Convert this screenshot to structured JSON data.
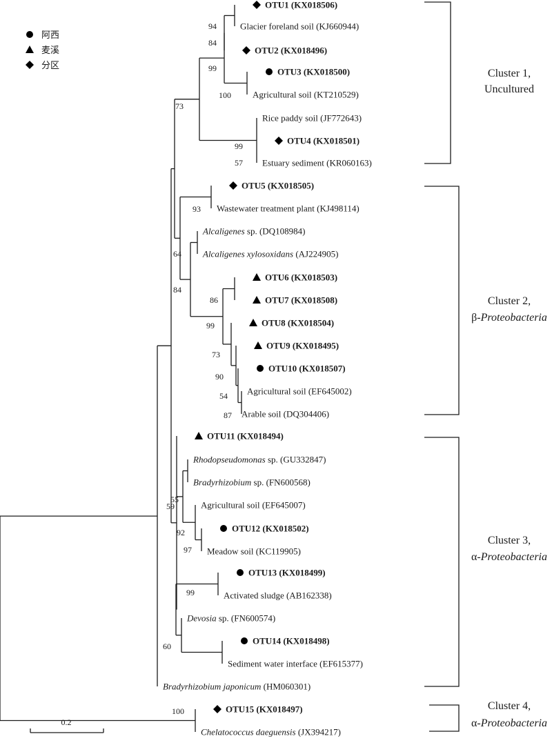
{
  "legend": [
    {
      "marker": "circle",
      "label": "阿西"
    },
    {
      "marker": "triangle",
      "label": "麦溪"
    },
    {
      "marker": "diamond",
      "label": "分区"
    }
  ],
  "taxa": [
    {
      "id": "OTU1",
      "marker": "diamond",
      "bold": true,
      "parts": [
        {
          "t": "OTU1 (KX018506)"
        }
      ]
    },
    {
      "id": "glacier",
      "parts": [
        {
          "t": "Glacier foreland soil (KJ660944)"
        }
      ]
    },
    {
      "id": "OTU2",
      "marker": "diamond",
      "bold": true,
      "parts": [
        {
          "t": "OTU2 (KX018496)"
        }
      ]
    },
    {
      "id": "OTU3",
      "marker": "circle",
      "bold": true,
      "parts": [
        {
          "t": "OTU3 (KX018500)"
        }
      ]
    },
    {
      "id": "agri1",
      "parts": [
        {
          "t": "Agricultural soil (KT210529)"
        }
      ]
    },
    {
      "id": "rice",
      "parts": [
        {
          "t": "Rice paddy soil (JF772643)"
        }
      ]
    },
    {
      "id": "OTU4",
      "marker": "diamond",
      "bold": true,
      "parts": [
        {
          "t": "OTU4 (KX018501)"
        }
      ]
    },
    {
      "id": "estuary",
      "parts": [
        {
          "t": "Estuary sediment (KR060163)"
        }
      ]
    },
    {
      "id": "OTU5",
      "marker": "diamond",
      "bold": true,
      "parts": [
        {
          "t": "OTU5 (KX018505)"
        }
      ]
    },
    {
      "id": "wastewater",
      "parts": [
        {
          "t": "Wastewater treatment plant (KJ498114)"
        }
      ]
    },
    {
      "id": "alc_sp",
      "parts": [
        {
          "t": "Alcaligenes",
          "i": true
        },
        {
          "t": " sp. (DQ108984)"
        }
      ]
    },
    {
      "id": "alc_xyl",
      "parts": [
        {
          "t": "Alcaligenes xylosoxidans",
          "i": true
        },
        {
          "t": " (AJ224905)"
        }
      ]
    },
    {
      "id": "OTU6",
      "marker": "triangle",
      "bold": true,
      "parts": [
        {
          "t": "OTU6 (KX018503)"
        }
      ]
    },
    {
      "id": "OTU7",
      "marker": "triangle",
      "bold": true,
      "parts": [
        {
          "t": "OTU7 (KX018508)"
        }
      ]
    },
    {
      "id": "OTU8",
      "marker": "triangle",
      "bold": true,
      "parts": [
        {
          "t": "OTU8 (KX018504)"
        }
      ]
    },
    {
      "id": "OTU9",
      "marker": "triangle",
      "bold": true,
      "parts": [
        {
          "t": "OTU9 (KX018495)"
        }
      ]
    },
    {
      "id": "OTU10",
      "marker": "circle",
      "bold": true,
      "parts": [
        {
          "t": "OTU10 (KX018507)"
        }
      ]
    },
    {
      "id": "agri2",
      "parts": [
        {
          "t": "Agricultural soil (EF645002)"
        }
      ]
    },
    {
      "id": "arable",
      "parts": [
        {
          "t": "Arable soil (DQ304406)"
        }
      ]
    },
    {
      "id": "OTU11",
      "marker": "triangle",
      "bold": true,
      "parts": [
        {
          "t": "OTU11 (KX018494)"
        }
      ]
    },
    {
      "id": "rhodo",
      "parts": [
        {
          "t": "Rhodopseudomonas",
          "i": true
        },
        {
          "t": " sp. (GU332847)"
        }
      ]
    },
    {
      "id": "brady_sp",
      "parts": [
        {
          "t": "Bradyrhizobium",
          "i": true
        },
        {
          "t": " sp. (FN600568)"
        }
      ]
    },
    {
      "id": "agri3",
      "parts": [
        {
          "t": "Agricultural soil (EF645007)"
        }
      ]
    },
    {
      "id": "OTU12",
      "marker": "circle",
      "bold": true,
      "parts": [
        {
          "t": "OTU12 (KX018502)"
        }
      ]
    },
    {
      "id": "meadow",
      "parts": [
        {
          "t": "Meadow soil (KC119905)"
        }
      ]
    },
    {
      "id": "OTU13",
      "marker": "circle",
      "bold": true,
      "parts": [
        {
          "t": "OTU13 (KX018499)"
        }
      ]
    },
    {
      "id": "sludge",
      "parts": [
        {
          "t": "Activated sludge (AB162338)"
        }
      ]
    },
    {
      "id": "devosia",
      "parts": [
        {
          "t": "Devosia",
          "i": true
        },
        {
          "t": " sp. (FN600574)"
        }
      ]
    },
    {
      "id": "OTU14",
      "marker": "circle",
      "bold": true,
      "parts": [
        {
          "t": "OTU14 (KX018498)"
        }
      ]
    },
    {
      "id": "sediment",
      "parts": [
        {
          "t": "Sediment water interface (EF615377)"
        }
      ]
    },
    {
      "id": "brady_jap",
      "parts": [
        {
          "t": "Bradyrhizobium japonicum",
          "i": true
        },
        {
          "t": "   (HM060301)"
        }
      ]
    },
    {
      "id": "OTU15",
      "marker": "diamond",
      "bold": true,
      "parts": [
        {
          "t": "OTU15 (KX018497)"
        }
      ]
    },
    {
      "id": "chelato",
      "parts": [
        {
          "t": "Chelatococcus daeguensis",
          "i": true
        },
        {
          "t": " (JX394217)"
        }
      ]
    }
  ],
  "bootstrap": [
    "94",
    "84",
    "99",
    "100",
    "73",
    "99",
    "57",
    "93",
    "64",
    "84",
    "86",
    "99",
    "73",
    "90",
    "54",
    "87",
    "55",
    "59",
    "92",
    "97",
    "99",
    "60",
    "100"
  ],
  "clusters": [
    {
      "lines": [
        {
          "t": "Cluster 1,"
        },
        {
          "t": "Uncultured"
        }
      ]
    },
    {
      "lines": [
        {
          "t": "Cluster 2,"
        },
        {
          "parts": [
            {
              "t": "β-"
            },
            {
              "t": "Proteobacteria",
              "i": true
            }
          ]
        }
      ]
    },
    {
      "lines": [
        {
          "t": "Cluster 3,"
        },
        {
          "parts": [
            {
              "t": "α-"
            },
            {
              "t": "Proteobacteria",
              "i": true
            }
          ]
        }
      ]
    },
    {
      "lines": [
        {
          "t": "Cluster 4,"
        },
        {
          "parts": [
            {
              "t": "α-"
            },
            {
              "t": "Proteobacteria",
              "i": true
            }
          ]
        }
      ]
    }
  ],
  "scale_label": "0.2"
}
